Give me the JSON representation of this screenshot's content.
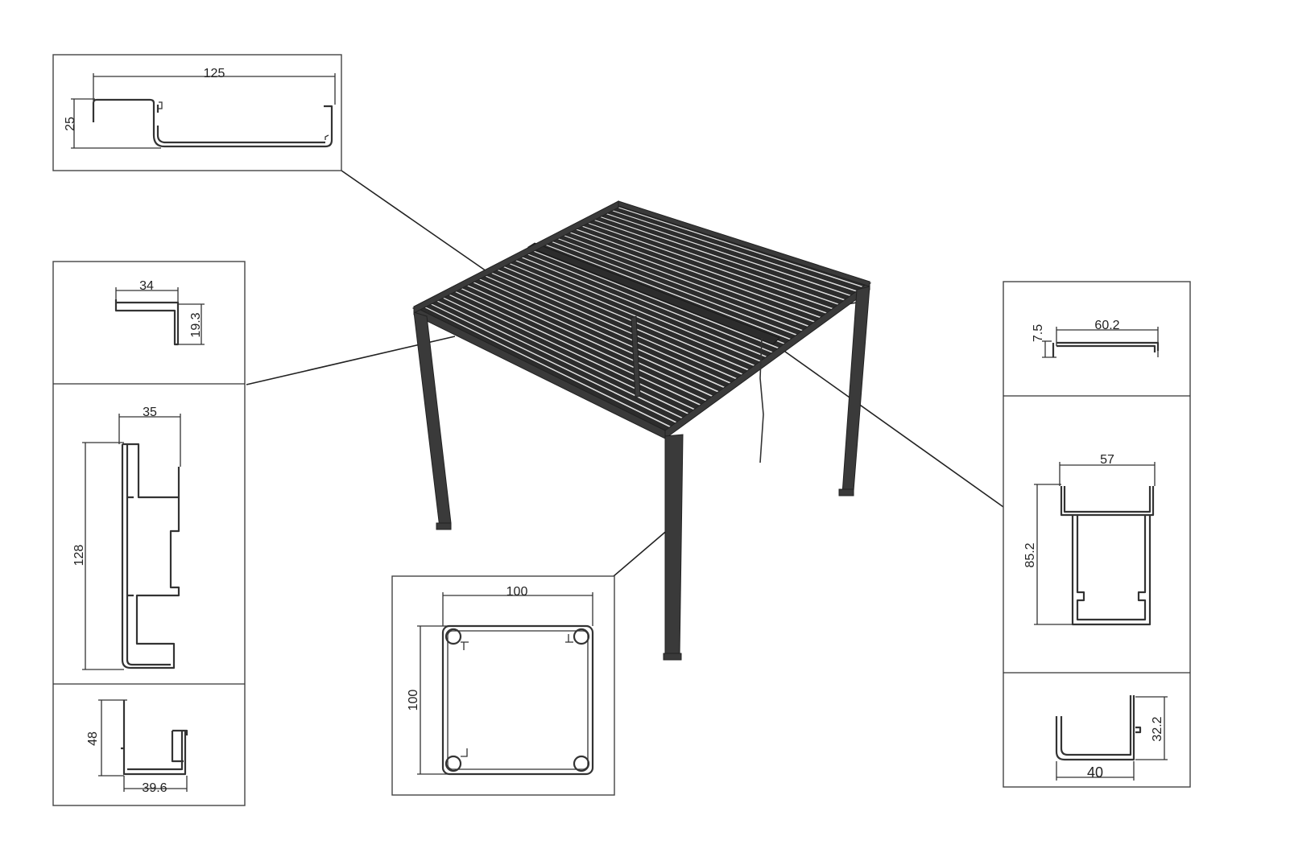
{
  "labels": {
    "gutter_width": "125",
    "gutter_height": "25",
    "cap_width": "34",
    "cap_height": "19.3",
    "beam_width": "35",
    "beam_height": "128",
    "channel_height": "48",
    "channel_width": "39.6",
    "post_width": "100",
    "post_height": "100",
    "cover_height": "7.5",
    "cover_width": "60.2",
    "tbeam_width": "57",
    "tbeam_height": "85.2",
    "uchannel_height": "32.2",
    "uchannel_width": "40"
  },
  "colors": {
    "frame": "#3a3a3a",
    "louver_dark": "#2c2c2c",
    "louver_light": "#d9d9d9",
    "line": "#333333"
  }
}
